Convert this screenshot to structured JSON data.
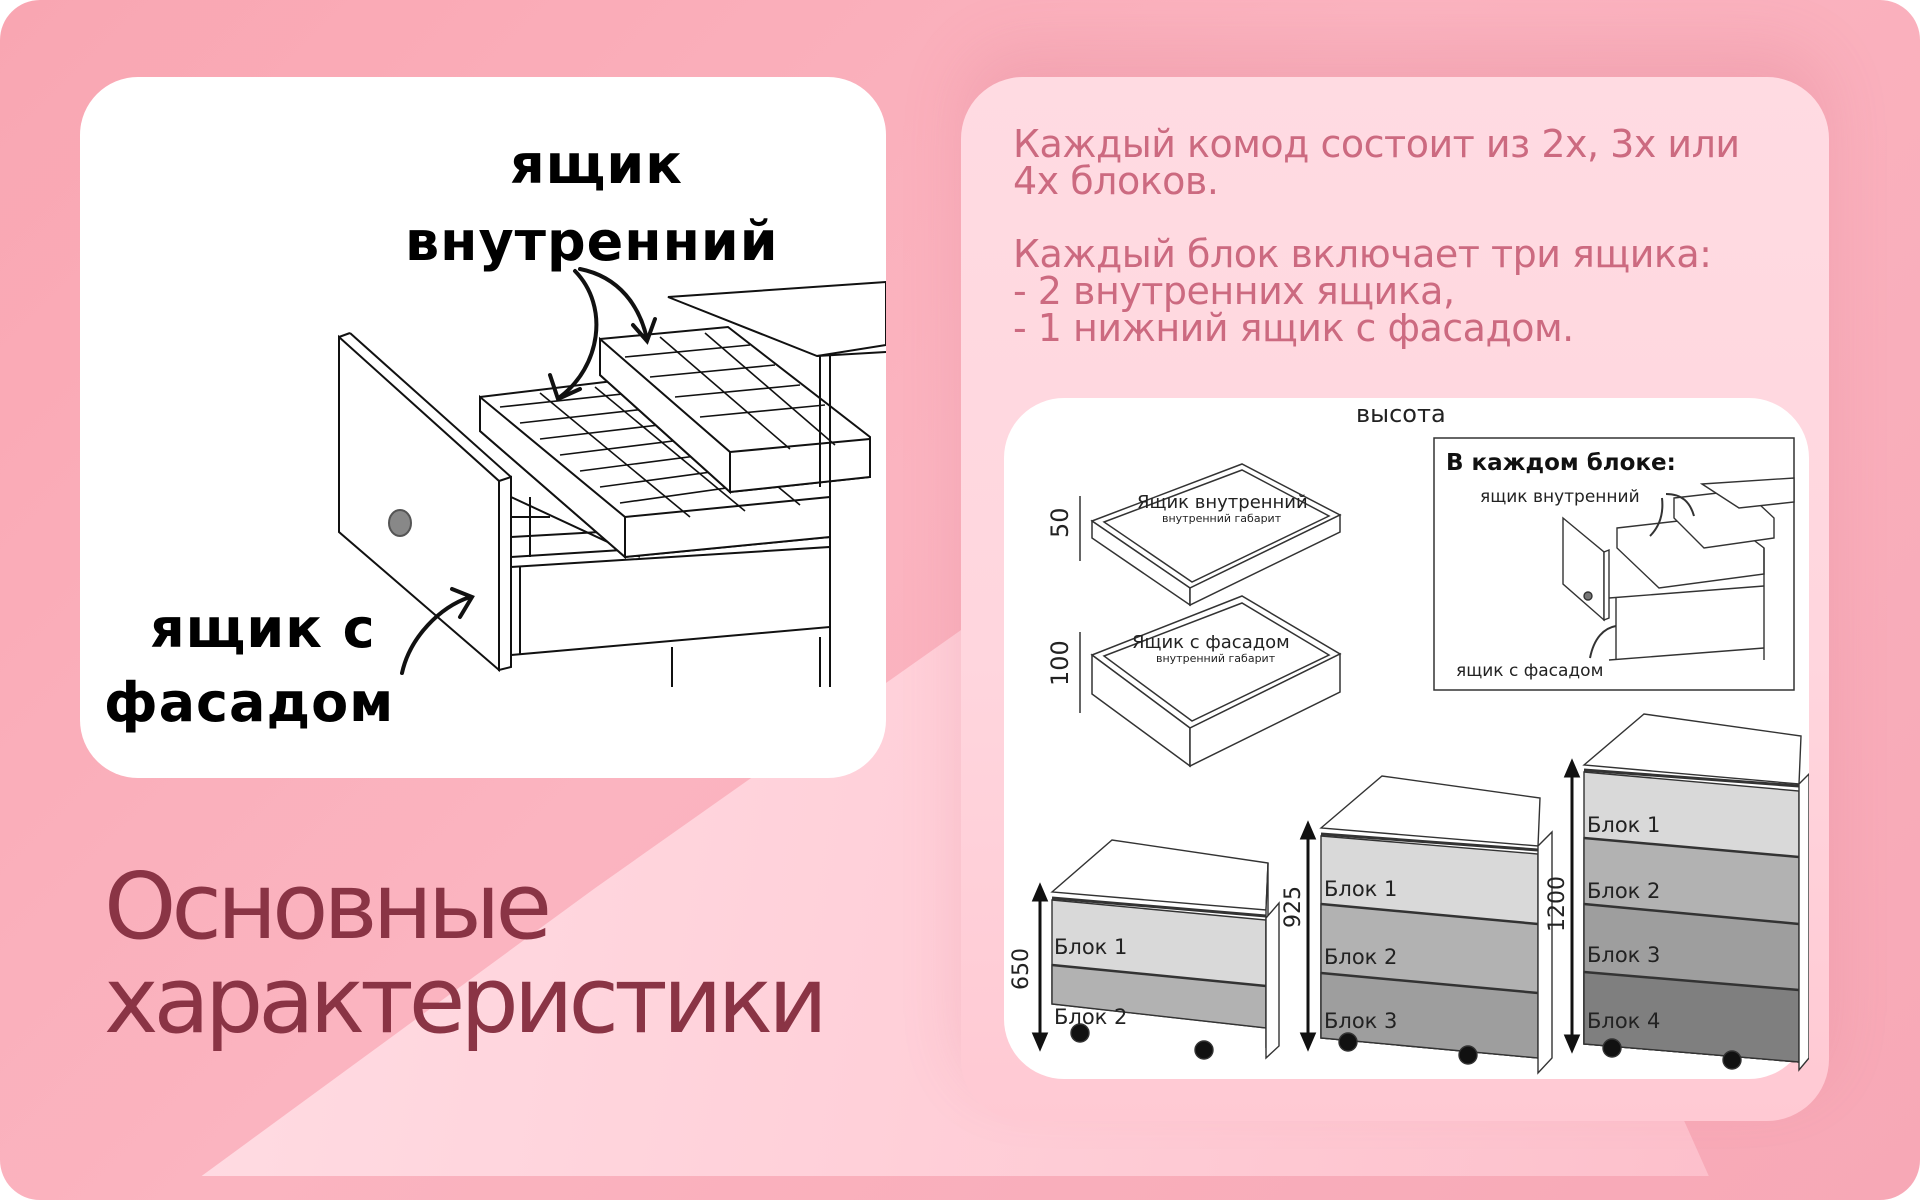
{
  "colors": {
    "background_pink": "#f9a6b2",
    "card_pink": "#ffdbe2",
    "title_color": "#8a3445",
    "body_text_color": "#cc6a80"
  },
  "left_card": {
    "label_inner_line1": "ящик",
    "label_inner_line2": "внутренний",
    "label_facade_line1": "ящик с",
    "label_facade_line2": "фасадом"
  },
  "intro": {
    "paragraph1_line1": "Каждый комод состоит из 2х, 3х или",
    "paragraph1_line2": "4х блоков.",
    "paragraph2_line1": "Каждый блок включает три ящика:",
    "paragraph2_line2": "- 2 внутренних ящика,",
    "paragraph2_line3": "- 1 нижний ящик с фасадом."
  },
  "diagram": {
    "height_label": "высота",
    "inner_drawer": {
      "height": "50",
      "title": "Ящик внутренний",
      "subtitle": "внутренний габарит"
    },
    "facade_drawer": {
      "height": "100",
      "title": "Ящик с фасадом",
      "subtitle": "внутренний габарит"
    },
    "inset": {
      "heading": "В каждом блоке:",
      "inner_label": "ящик внутренний",
      "facade_label": "ящик с фасадом"
    },
    "dressers": [
      {
        "height": "650",
        "blocks": [
          "Блок 1",
          "Блок 2"
        ]
      },
      {
        "height": "925",
        "blocks": [
          "Блок 1",
          "Блок 2",
          "Блок 3"
        ]
      },
      {
        "height": "1200",
        "blocks": [
          "Блок 1",
          "Блок 2",
          "Блок 3",
          "Блок 4"
        ]
      }
    ]
  },
  "title": {
    "line1": "Основные",
    "line2": "характеристики"
  }
}
